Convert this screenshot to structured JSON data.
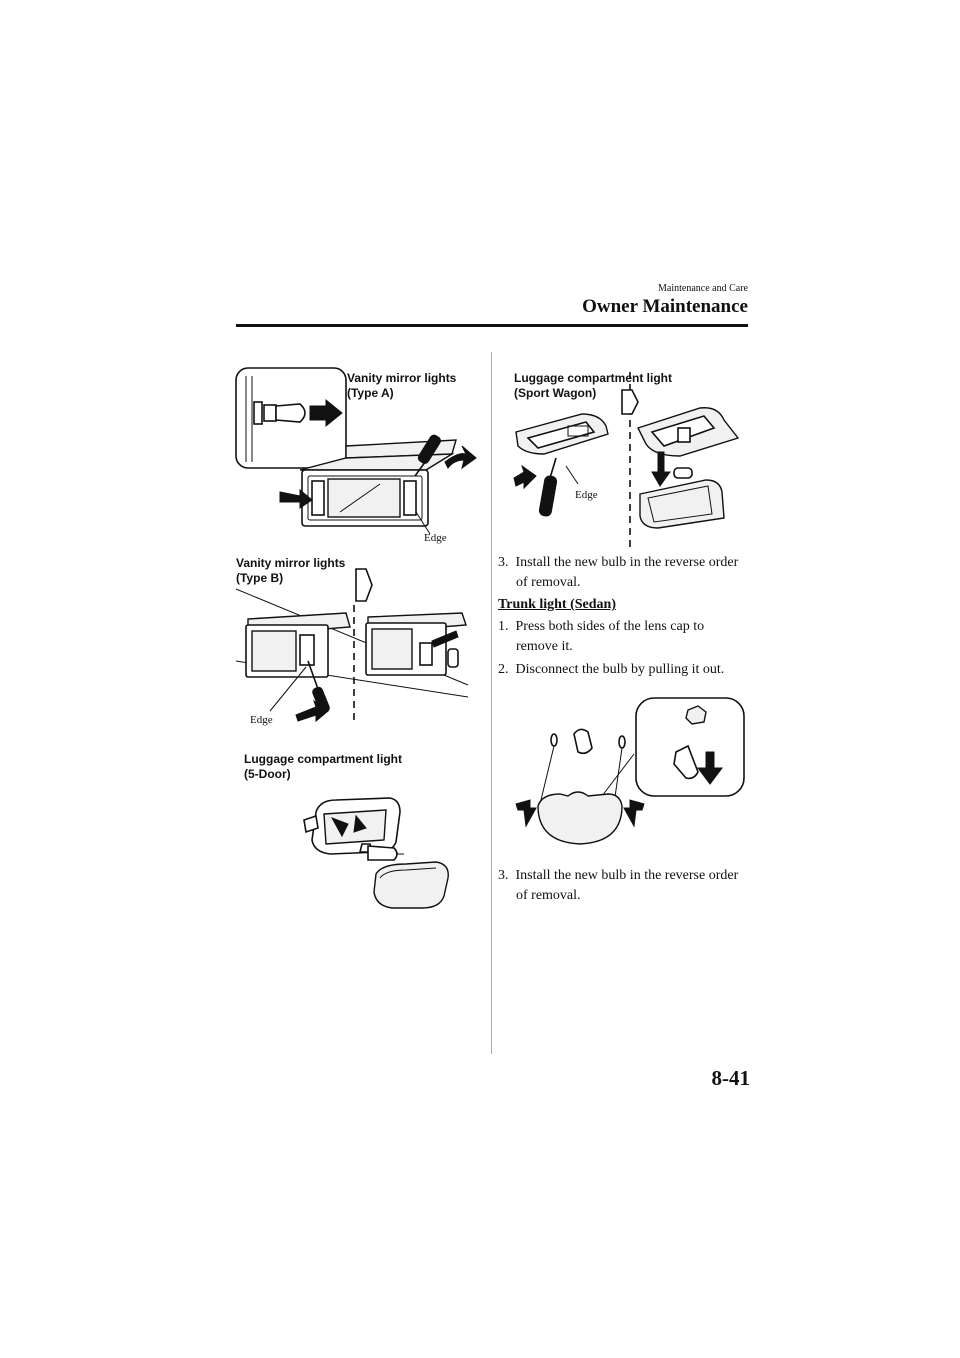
{
  "header": {
    "section": "Maintenance and Care",
    "title": "Owner Maintenance"
  },
  "figures": {
    "vanity_a": {
      "label_line1": "Vanity mirror lights",
      "label_line2": "(Type A)",
      "edge": "Edge"
    },
    "vanity_b": {
      "label_line1": "Vanity mirror lights",
      "label_line2": "(Type B)",
      "edge": "Edge"
    },
    "luggage_5door": {
      "label_line1": "Luggage compartment light",
      "label_line2": "(5-Door)"
    },
    "luggage_wagon": {
      "label_line1": "Luggage compartment light",
      "label_line2": "(Sport Wagon)",
      "edge": "Edge"
    }
  },
  "right_column": {
    "step3a": {
      "num": "3.",
      "line1": "Install the new bulb in the reverse order",
      "line2": "of removal."
    },
    "trunk_heading": "Trunk light (Sedan)",
    "step1": {
      "num": "1.",
      "line1": "Press both sides of the lens cap to",
      "line2": "remove it."
    },
    "step2": {
      "num": "2.",
      "line1": "Disconnect the bulb by pulling it out."
    },
    "step3b": {
      "num": "3.",
      "line1": "Install the new bulb in the reverse order",
      "line2": "of removal."
    }
  },
  "page_number": "8-41",
  "icons": [
    "arrow-icon",
    "screwdriver-icon",
    "bulb-icon"
  ]
}
